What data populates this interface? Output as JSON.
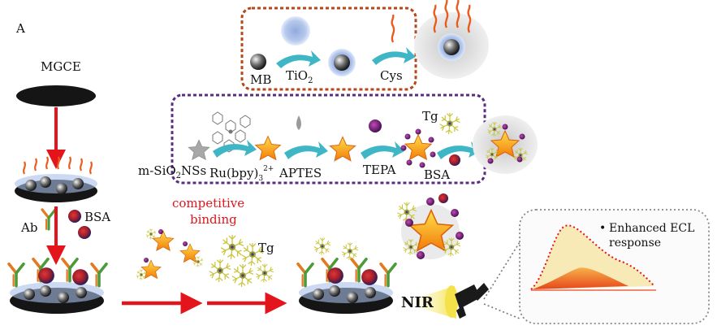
{
  "panel_label": "A",
  "electrode": {
    "label": "MGCE"
  },
  "top_row": {
    "mb": "MB",
    "tio2_main": "TiO",
    "tio2_sub": "2",
    "cys": "Cys"
  },
  "mid_row": {
    "msio2_main": "m-SiO",
    "msio2_sub": "2",
    "msio2_tail": "NSs",
    "ru_main": "Ru(bpy)",
    "ru_sub": "3",
    "ru_sup": "2+",
    "aptes": "APTES",
    "tepa": "TEPA",
    "tg": "Tg",
    "bsa": "BSA"
  },
  "left": {
    "ab": "Ab",
    "bsa": "BSA"
  },
  "bottom": {
    "competitive_1": "competitive",
    "competitive_2": "binding",
    "tg": "Tg",
    "nir": "NIR"
  },
  "inset": {
    "bullet": "•",
    "line1": "Enhanced ECL",
    "line2": "response"
  },
  "colors": {
    "arrow_red": "#e3141b",
    "cyan_arrow": "#3fb6c6",
    "orange_box": "#b5471a",
    "purple_box": "#5a2d82",
    "star": "#f5a10a",
    "curve": "#e84a1e",
    "glow": "#f6e08a"
  }
}
